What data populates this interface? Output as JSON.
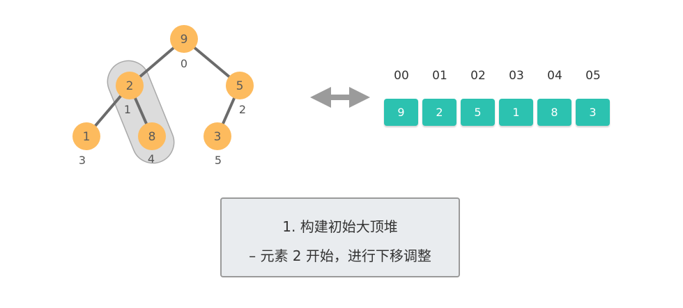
{
  "colors": {
    "node_fill": "#fdbb5e",
    "edge": "#6b6b6b",
    "highlight_fill": "#dcdcdc",
    "highlight_stroke": "#a9a9a9",
    "array_cell": "#2cc2b0",
    "arrow": "#9b9b9b",
    "caption_bg": "#e9ecef"
  },
  "tree": {
    "nodes": [
      {
        "value": "9",
        "index": "0"
      },
      {
        "value": "2",
        "index": "1"
      },
      {
        "value": "5",
        "index": "2"
      },
      {
        "value": "1",
        "index": "3"
      },
      {
        "value": "8",
        "index": "4"
      },
      {
        "value": "3",
        "index": "5"
      }
    ],
    "highlighted_subtree": [
      "2",
      "8"
    ]
  },
  "array": {
    "indices": [
      "00",
      "01",
      "02",
      "03",
      "04",
      "05"
    ],
    "values": [
      "9",
      "2",
      "5",
      "1",
      "8",
      "3"
    ]
  },
  "arrow_icon": "double-arrow-icon",
  "caption": {
    "title": "1. 构建初始大顶堆",
    "subtitle": "– 元素 2 开始，进行下移调整"
  }
}
